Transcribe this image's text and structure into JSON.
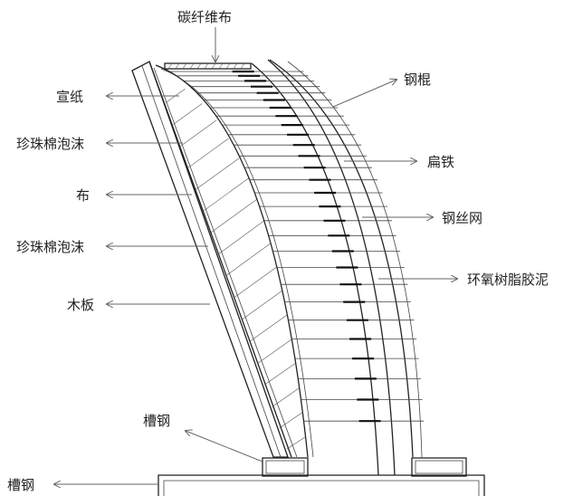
{
  "labels": {
    "carbon_fiber_cloth": "碳纤维布",
    "rice_paper": "宣纸",
    "pearl_foam_1": "珍珠棉泡沫",
    "cloth": "布",
    "pearl_foam_2": "珍珠棉泡沫",
    "wood_board": "木板",
    "steel_rod": "钢棍",
    "flat_iron": "扁铁",
    "steel_wire_mesh": "钢丝网",
    "epoxy_putty": "环氧树脂胶泥",
    "channel_steel_1": "槽钢",
    "channel_steel_2": "槽钢"
  },
  "colors": {
    "line": "#222222",
    "arrow": "#666666",
    "background": "#ffffff"
  }
}
